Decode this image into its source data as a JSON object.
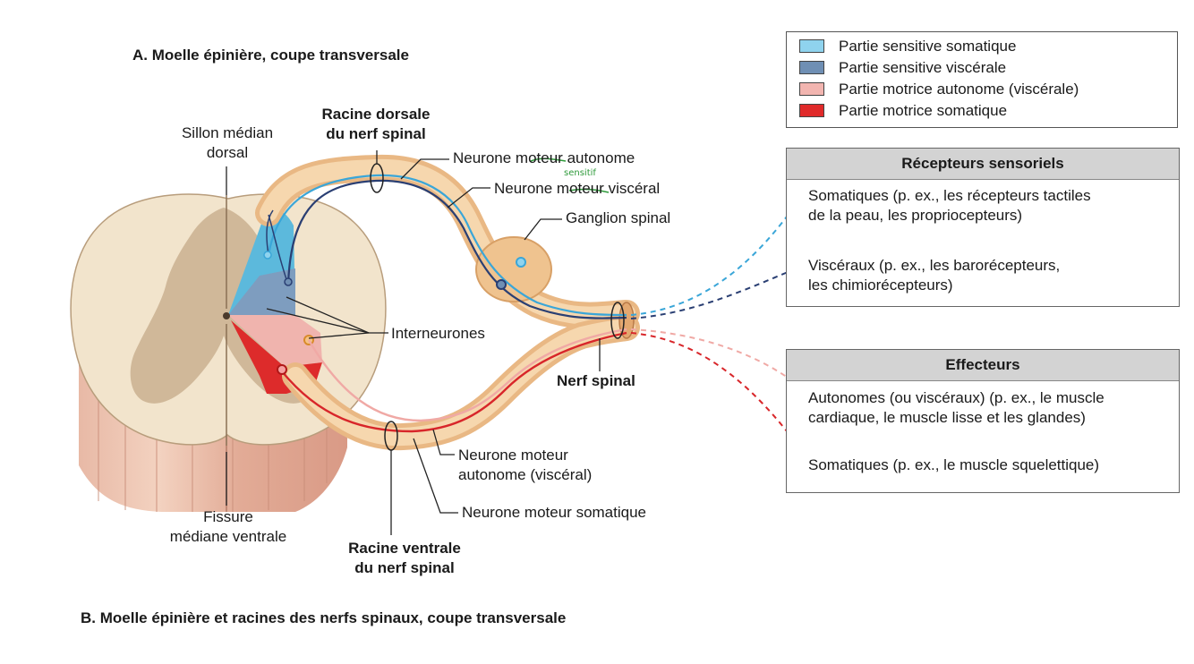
{
  "title_a": "A. Moelle épinière, coupe transversale",
  "title_b": "B. Moelle épinière et racines des nerfs spinaux, coupe transversale",
  "labels": {
    "sillon_1": "Sillon médian",
    "sillon_2": "dorsal",
    "racine_dorsale_1": "Racine dorsale",
    "racine_dorsale_2": "du nerf spinal",
    "neurone_moteur_autonome": "Neurone moteur autonome",
    "neurone_moteur_visceral": "Neurone moteur viscéral",
    "handwritten": "sensitif",
    "ganglion": "Ganglion spinal",
    "interneurones": "Interneurones",
    "nerf_spinal": "Nerf spinal",
    "nm_auto_visc_1": "Neurone moteur",
    "nm_auto_visc_2": "autonome (viscéral)",
    "nm_somatique": "Neurone moteur somatique",
    "fissure_1": "Fissure",
    "fissure_2": "médiane ventrale",
    "racine_ventrale_1": "Racine ventrale",
    "racine_ventrale_2": "du nerf spinal"
  },
  "legend": [
    {
      "label": "Partie sensitive somatique",
      "color": "#8fd3ee"
    },
    {
      "label": "Partie sensitive viscérale",
      "color": "#6f8fb4"
    },
    {
      "label": "Partie motrice autonome (viscérale)",
      "color": "#f2b5b0"
    },
    {
      "label": "Partie motrice somatique",
      "color": "#e02a2a"
    }
  ],
  "recepteurs": {
    "header": "Récepteurs sensoriels",
    "items": [
      {
        "line1": "Somatiques (p. ex., les récepteurs tactiles",
        "line2": "de la peau, les propriocepteurs)"
      },
      {
        "line1": "Viscéraux (p. ex., les barorécepteurs,",
        "line2": "les chimiorécepteurs)"
      }
    ]
  },
  "effecteurs": {
    "header": "Effecteurs",
    "items": [
      {
        "line1": "Autonomes (ou viscéraux) (p. ex., le muscle",
        "line2": "cardiaque, le muscle lisse et les glandes)"
      },
      {
        "line1": "Somatiques (p. ex., le muscle squelettique)",
        "line2": ""
      }
    ]
  },
  "colors": {
    "sensory_somatic": "#3aa6d8",
    "sensory_visceral": "#2a3f73",
    "motor_autonomic": "#f0a9a5",
    "motor_somatic": "#d8262a",
    "nerve": "#f0c99a",
    "gray_matter": "#cdb89a",
    "white_matter": "#f1e3cd"
  }
}
